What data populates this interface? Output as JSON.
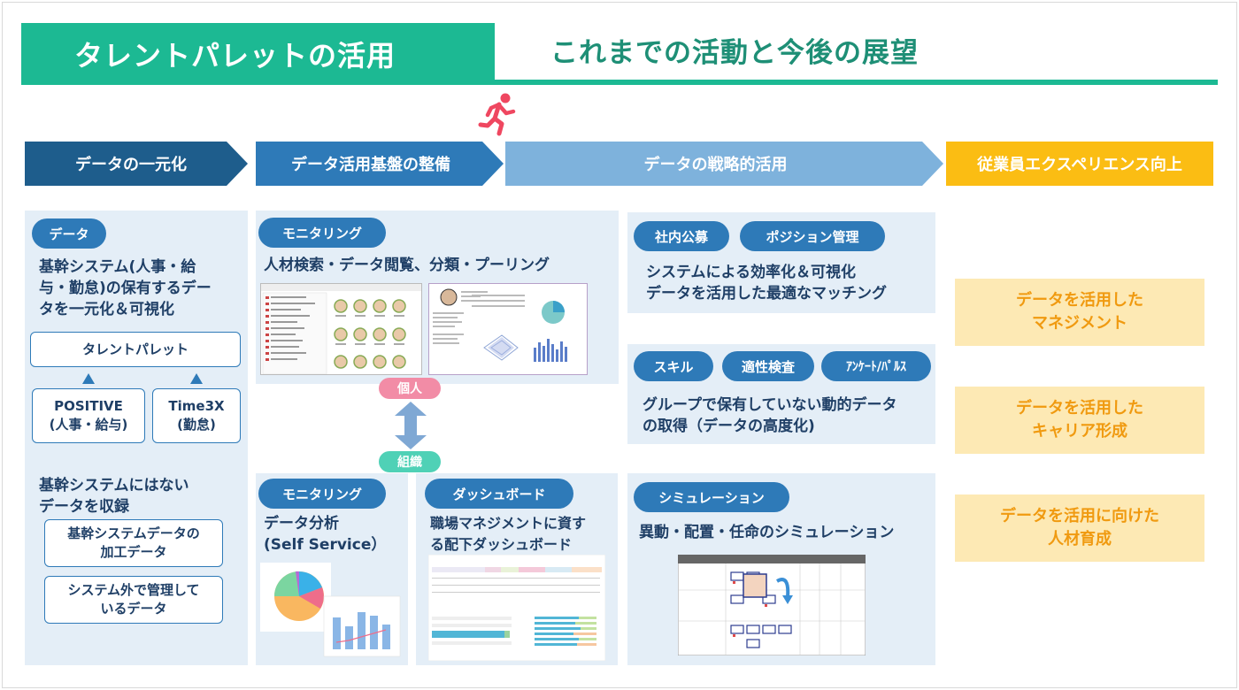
{
  "header": {
    "title": "タレントパレットの活用",
    "subtitle": "これまでの活動と今後の展望"
  },
  "stages": [
    {
      "label": "データの一元化"
    },
    {
      "label": "データ活用基盤の整備"
    },
    {
      "label": "データの戦略的活用"
    },
    {
      "label": "従業員エクスペリエンス向上"
    }
  ],
  "col1": {
    "pill": "データ",
    "text1": [
      "基幹システム(人事・給",
      "与・勤怠)の保有するデー",
      "タを一元化＆可視化"
    ],
    "talent_box": "タレントパレット",
    "src1": [
      "POSITIVE",
      "(人事・給与)"
    ],
    "src2": [
      "Time3X",
      "(勤怠)"
    ],
    "text2": [
      "基幹システムにはない",
      "データを収録"
    ],
    "box1": [
      "基幹システムデータの",
      "加工データ"
    ],
    "box2": [
      "システム外で管理して",
      "いるデータ"
    ]
  },
  "col2": {
    "pill_top": "モニタリング",
    "text_top": "人材検索・データ閲覧、分類・プーリング",
    "tag_individual": "個人",
    "tag_org": "組織",
    "pill_bl": "モニタリング",
    "text_bl": [
      "データ分析",
      "(Self Service）"
    ],
    "pill_br": "ダッシュボード",
    "text_br": [
      "職場マネジメントに資す",
      "る配下ダッシュボード"
    ]
  },
  "col3": {
    "pills1": [
      "社内公募",
      "ポジション管理"
    ],
    "text1": [
      "システムによる効率化＆可視化",
      "データを活用した最適なマッチング"
    ],
    "pills2": [
      "スキル",
      "適性検査",
      "ｱﾝｹｰﾄ/ﾊﾟﾙｽ"
    ],
    "text2": [
      "グループで保有していない動的データ",
      "の取得（データの高度化)"
    ],
    "pill3": "シミュレーション",
    "text3": "異動・配置・任命のシミュレーション"
  },
  "col4": {
    "items": [
      [
        "データを活用した",
        "マネジメント"
      ],
      [
        "データを活用した",
        "キャリア形成"
      ],
      [
        "データを活用に向けた",
        "人材育成"
      ]
    ]
  },
  "colors": {
    "teal": "#1cb993",
    "navy": "#1e5d8c",
    "blue": "#2e7ab8",
    "lightblue": "#7eb2dc",
    "yellow": "#fbbd13",
    "pink": "#f28ca6",
    "mint": "#4fd1b6"
  },
  "icons": {
    "runner": "runner-icon",
    "arrow": "double-arrow-icon"
  }
}
